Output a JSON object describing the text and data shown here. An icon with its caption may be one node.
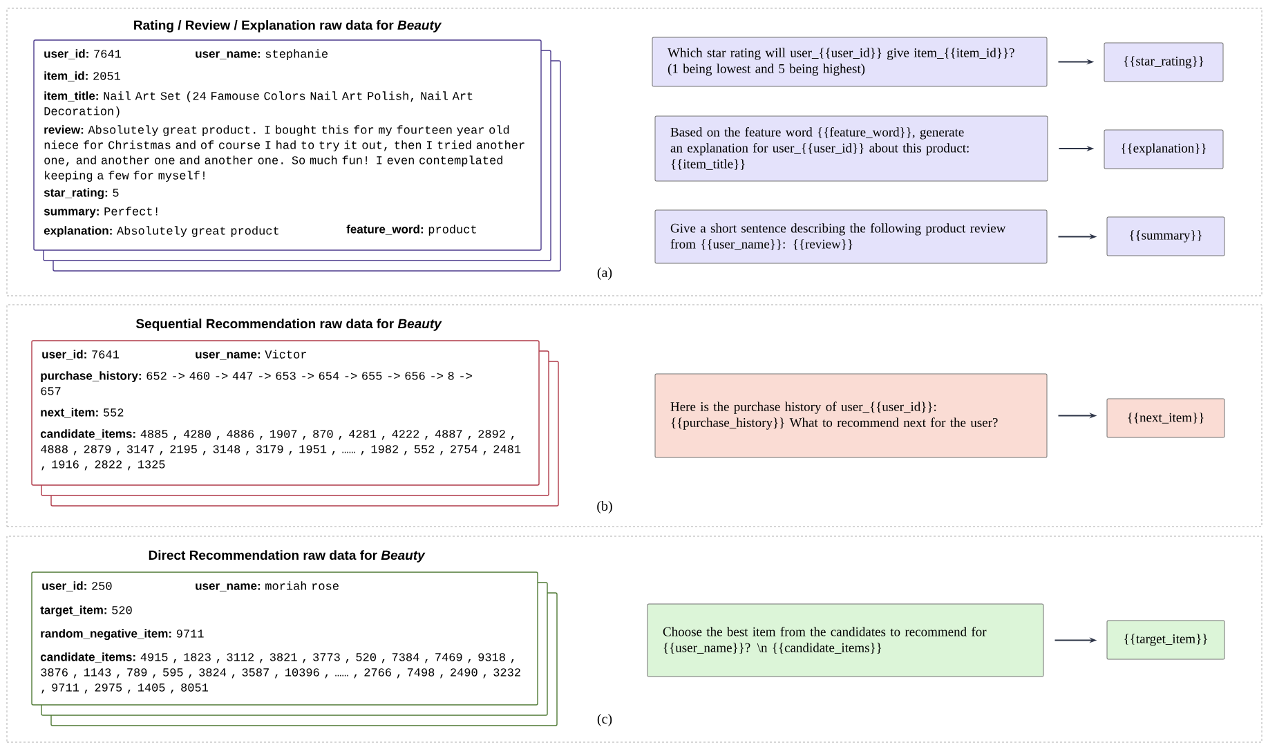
{
  "diagram": {
    "nodes": [
      {
        "text": [
          "(a)"
        ]
      },
      {
        "text": [
          "Rating / Review / Explanation raw data for *Beauty*",
          "user_id:",
          "7641",
          "user_name:",
          "stephanie",
          "item_id:",
          "2051",
          "item_title:",
          "Nail Art Set (24 Famouse Colors Nail Art Polish, Nail Art Decoration)",
          "review:",
          "Absolutely great product. I bought this for my fourteen year old niece for Christmas and of course I had to try it out, then I tried another one, and another one and another one.  So much fun! I even contemplated keeping a few for myself!",
          "star_rating:",
          "5",
          "summary:",
          "Perfect!",
          "explanation:",
          "Absolutely great product",
          "feature_word:",
          "product"
        ],
        "in": 0
      },
      {
        "text": [
          "Which star rating will user_{{user_id}} give item_{{item_id}}? (1 being lowest and 5 being highest)"
        ],
        "in": 0
      },
      {
        "text": [
          "{{star_rating}}"
        ],
        "in": 0
      },
      {
        "text": [
          "Based on the feature word {{feature_word}}, generate an explanation for user_{{user_id}} about this product: {{item_title}}"
        ],
        "in": 0
      },
      {
        "text": [
          "{{explanation}}"
        ],
        "in": 0
      },
      {
        "text": [
          "Give a short sentence describing the following product review from {{user_name}}: {{review}}"
        ],
        "in": 0
      },
      {
        "text": [
          "{{summary}}"
        ],
        "in": 0
      },
      {
        "text": [
          "(b)"
        ]
      },
      {
        "text": [
          "Sequential Recommendation raw data for *Beauty*",
          "user_id:",
          "7641",
          "user_name:",
          "Victor",
          "purchase_history:",
          "652 -> 460 -> 447 -> 653 -> 654 -> 655 -> 656 -> 8 -> 657",
          "next_item:",
          "552",
          "candidate_items:",
          "4885 , 4280 , 4886 , 1907 , 870 , 4281 , 4222 , 4887 , 2892 , 4888 , 2879 , 3147 , 2195 , 3148 , 3179 , 1951 , …… , 1982 , 552 , 2754 , 2481 , 1916 , 2822 , 1325"
        ],
        "in": 8
      },
      {
        "text": [
          "Here is the purchase history of user_{{user_id}}: {{purchase_history}} What to recommend next for the user?"
        ],
        "in": 8
      },
      {
        "text": [
          "{{next_item}}"
        ],
        "in": 8
      },
      {
        "text": [
          "(c)"
        ]
      },
      {
        "text": [
          "Direct Recommendation raw data for *Beauty*",
          "user_id:",
          "250",
          "user_name:",
          "moriah rose",
          "target_item:",
          "520",
          "random_negative_item:",
          "9711",
          "candidate_items:",
          "4915 , 1823 , 3112 , 3821 , 3773 , 520 , 7384 , 7469 , 9318 , 3876 , 1143 , 789 , 595 , 3824 , 3587 , 10396 , …… , 2766 , 7498 , 2490 , 3232 , 9711 , 2975  , 1405 , 8051"
        ],
        "in": 12
      },
      {
        "text": [
          "Choose the best item from the candidates to recommend for {{user_name}}? \\n {{candidate_items}}"
        ],
        "in": 12
      },
      {
        "text": [
          "{{target_item}}"
        ],
        "in": 12
      }
    ],
    "edges": [
      {
        "from": 2,
        "to": 3,
        "arrow": "to"
      },
      {
        "from": 4,
        "to": 5,
        "arrow": "to"
      },
      {
        "from": 6,
        "to": 7,
        "arrow": "to"
      },
      {
        "from": 10,
        "to": 11,
        "arrow": "to"
      },
      {
        "from": 14,
        "to": 15,
        "arrow": "to"
      }
    ]
  }
}
